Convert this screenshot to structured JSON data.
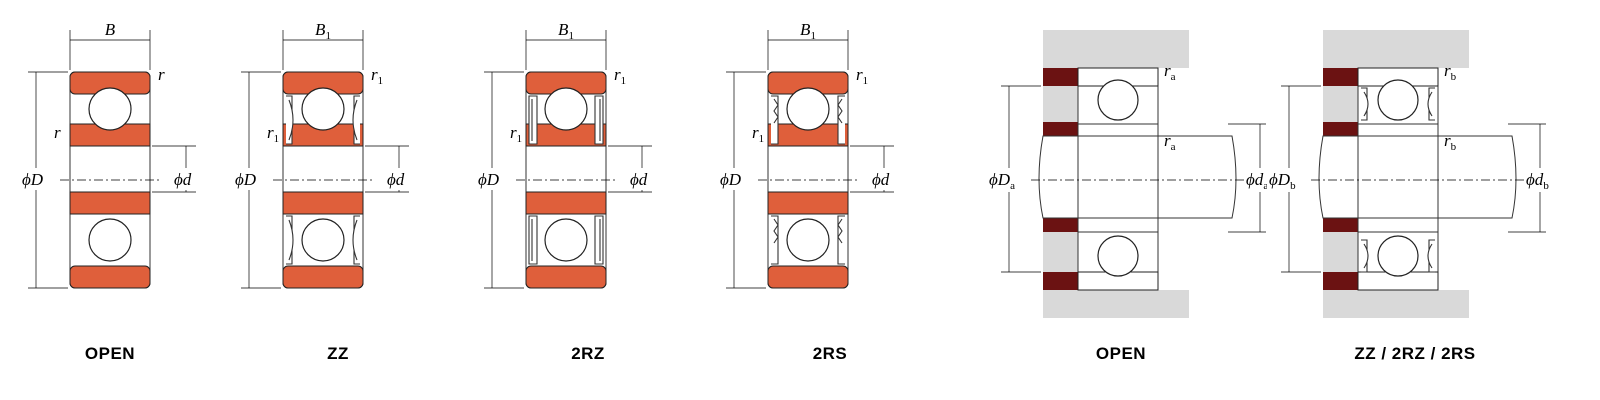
{
  "colors": {
    "ring": "#df5f3b",
    "ring_dark": "#c24a28",
    "housing": "#d9d9d9",
    "abutment": "#6b1212"
  },
  "bearings": [
    {
      "caption": "OPEN",
      "width_label": "B",
      "width_sub": "",
      "bore_label": "ϕd",
      "od_label": "ϕD",
      "chamfer_label": "r",
      "chamfer_sub": ""
    },
    {
      "caption": "ZZ",
      "width_label": "B",
      "width_sub": "1",
      "bore_label": "ϕd",
      "od_label": "ϕD",
      "chamfer_label": "r",
      "chamfer_sub": "1"
    },
    {
      "caption": "2RZ",
      "width_label": "B",
      "width_sub": "1",
      "bore_label": "ϕd",
      "od_label": "ϕD",
      "chamfer_label": "r",
      "chamfer_sub": "1"
    },
    {
      "caption": "2RS",
      "width_label": "B",
      "width_sub": "1",
      "bore_label": "ϕd",
      "od_label": "ϕD",
      "chamfer_label": "r",
      "chamfer_sub": "1"
    }
  ],
  "mountings": [
    {
      "caption": "OPEN",
      "housing_dia_label": "ϕD",
      "housing_dia_sub": "a",
      "shaft_dia_label": "ϕd",
      "shaft_dia_sub": "a",
      "fillet_label": "r",
      "fillet_sub": "a"
    },
    {
      "caption": "ZZ / 2RZ / 2RS",
      "housing_dia_label": "ϕD",
      "housing_dia_sub": "b",
      "shaft_dia_label": "ϕd",
      "shaft_dia_sub": "b",
      "fillet_label": "r",
      "fillet_sub": "b"
    }
  ]
}
